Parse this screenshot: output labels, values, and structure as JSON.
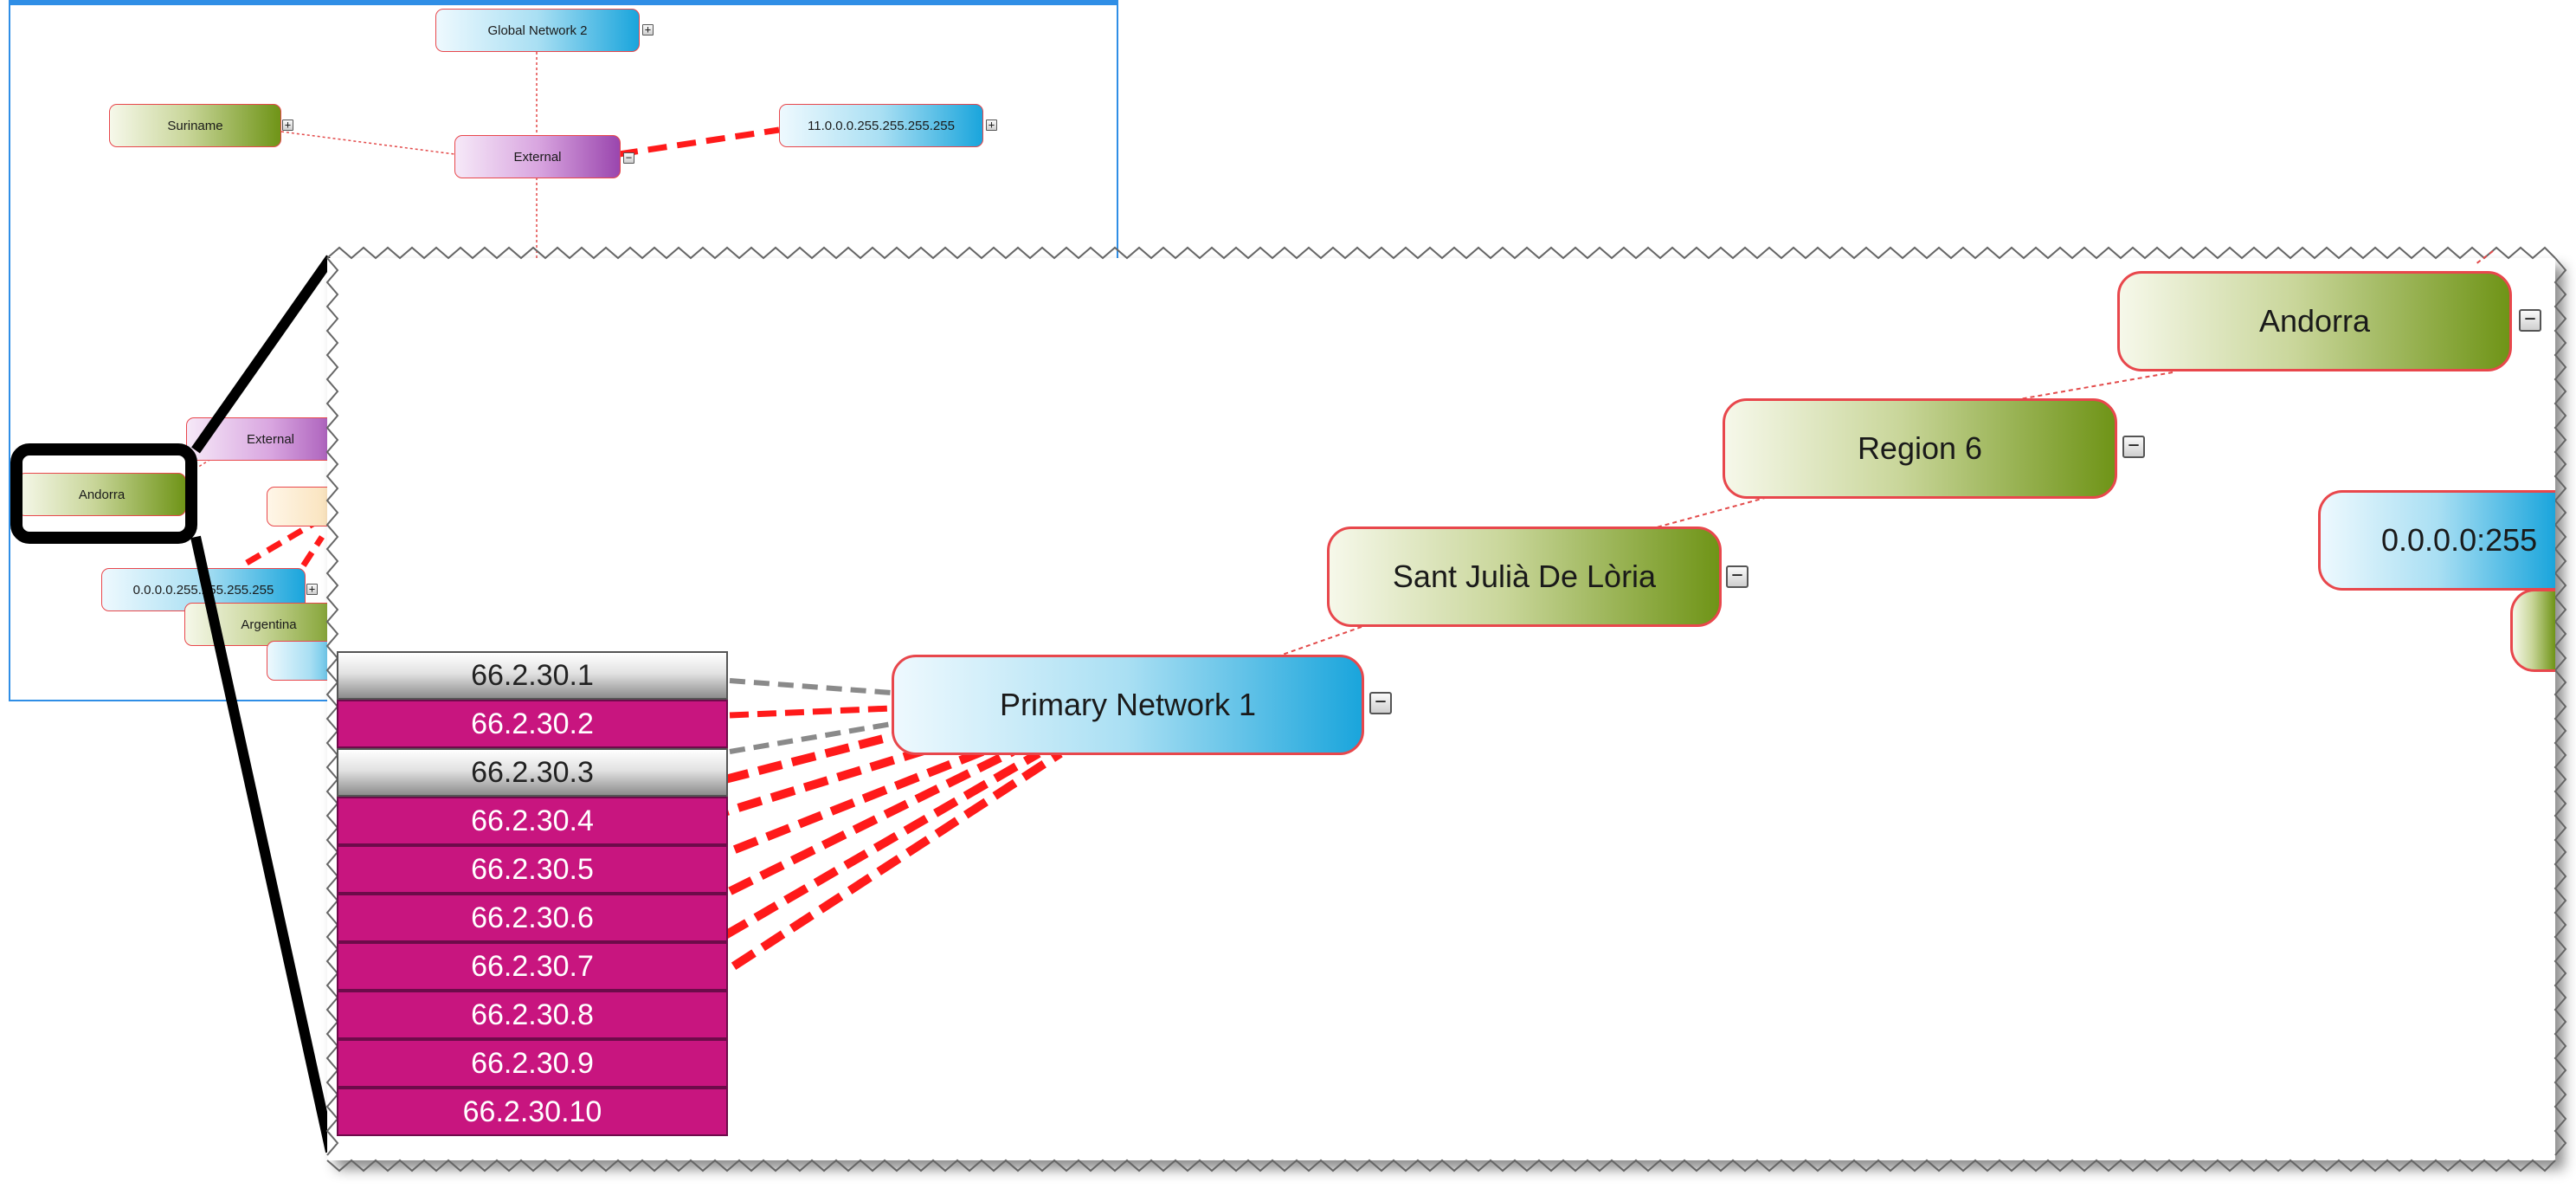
{
  "background_view": {
    "nodes": {
      "global_network": "Global Network 2",
      "suriname": "Suriname",
      "external_top": "External",
      "ip_range_top": "11.0.0.0.255.255.255.255",
      "external_left": "External",
      "andorra": "Andorra",
      "ip_range_left": "0.0.0.0.255.255.255.255",
      "argentina": "Argentina"
    },
    "toggles": {
      "expand": "+",
      "collapse": "−"
    }
  },
  "zoom_view": {
    "nodes": {
      "andorra": "Andorra",
      "region": "Region 6",
      "city": "Sant Julià De Lòria",
      "network": "Primary Network 1",
      "partial_ip": "0.0.0.0:255"
    },
    "toggle": "−",
    "ip_list": [
      {
        "label": "66.2.30.1",
        "style": "grey"
      },
      {
        "label": "66.2.30.2",
        "style": "magenta"
      },
      {
        "label": "66.2.30.3",
        "style": "grey"
      },
      {
        "label": "66.2.30.4",
        "style": "magenta"
      },
      {
        "label": "66.2.30.5",
        "style": "magenta"
      },
      {
        "label": "66.2.30.6",
        "style": "magenta"
      },
      {
        "label": "66.2.30.7",
        "style": "magenta"
      },
      {
        "label": "66.2.30.8",
        "style": "magenta"
      },
      {
        "label": "66.2.30.9",
        "style": "magenta"
      },
      {
        "label": "66.2.30.10",
        "style": "magenta"
      }
    ]
  },
  "colors": {
    "link_red": "#ff1a1a",
    "link_grey": "#8a8a8a",
    "frame_blue": "#2f8ee6",
    "ip_magenta": "#c8157f"
  }
}
